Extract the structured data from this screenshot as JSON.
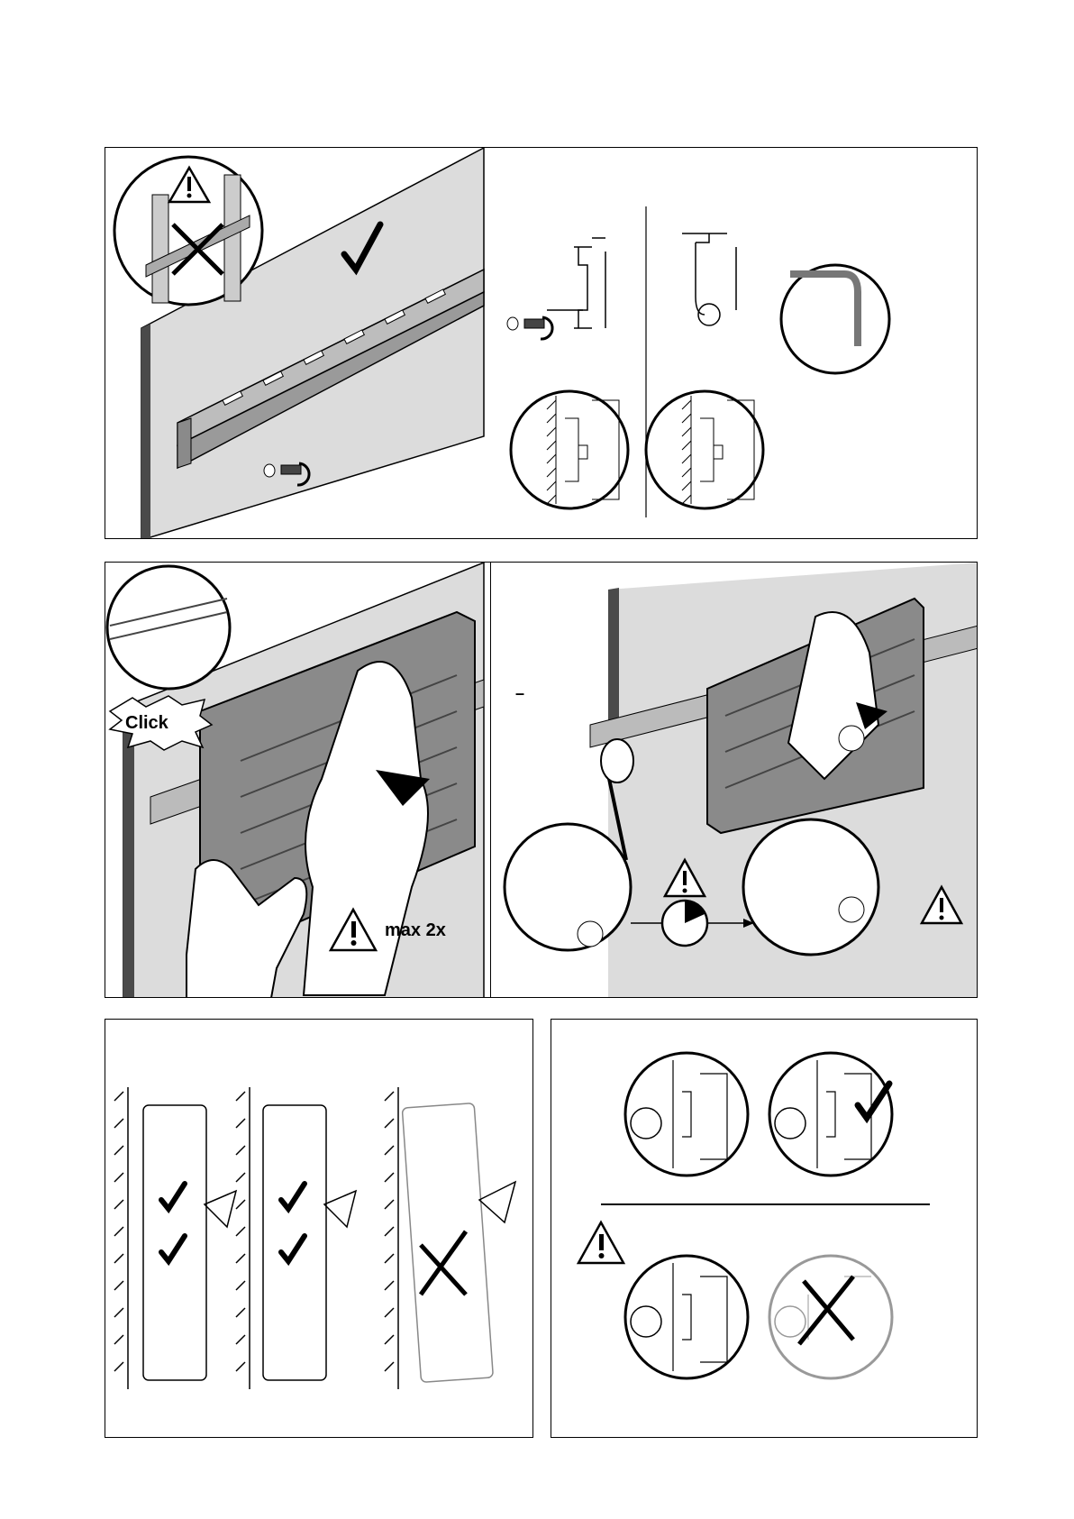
{
  "labels": {
    "click": "Click",
    "max": "max 2x",
    "minus": "–"
  },
  "icons": {
    "warning": "warning-triangle",
    "check": "check-mark",
    "cross": "cross-mark",
    "stopwatch": "stopwatch",
    "screw": "screw",
    "eye": "eye"
  },
  "colors": {
    "wall": "#d9d9d9",
    "wall_edge": "#4a4a4a",
    "device": "#7a7a7a",
    "line": "#000000"
  }
}
